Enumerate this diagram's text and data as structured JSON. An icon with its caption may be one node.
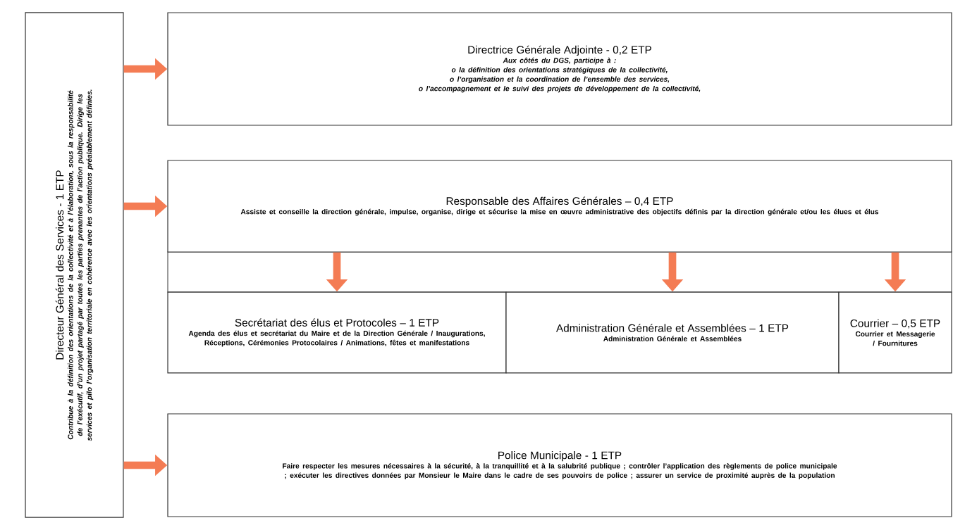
{
  "diagram": {
    "nodes": [
      {
        "text": [
          "Directeur Général des Services - 1 ETP",
          "Contribue à la définition des orientations de la collectivité et à l’élaboration, sous la responsabilité de l’exécutif, d’un projet partagé par toutes les parties prenantes de l’action publique. Dirige les services et pilo l’organisation territoriale en cohérence avec les orientations préalablement définies."
        ]
      },
      {
        "text": [
          "Directrice Générale Adjointe - 0,2 ETP",
          "Aux côtés du DGS, participe à :",
          "o la définition des orientations stratégiques de la collectivité,",
          "o l’organisation et la coordination de  l’ensemble des services,",
          "o l’accompagnement et le suivi des projets de développement de la collectivité,"
        ]
      },
      {
        "text": [
          "Responsable des Affaires Générales – 0,4 ETP",
          "Assiste et conseille la direction générale, impulse, organise, dirige et sécurise la mise en œuvre administrative des objectifs définis par la direction générale et/ou les élues et élus"
        ]
      },
      {
        "text": [
          "Secrétariat des élus et Protocoles – 1 ETP",
          "Agenda des élus et secrétariat du Maire et de la Direction Générale / Inaugurations, Réceptions, Cérémonies Protocolaires / Animations, fêtes et manifestations"
        ]
      },
      {
        "text": [
          "Administration Générale et Assemblées – 1 ETP",
          "Administration Générale et Assemblées"
        ]
      },
      {
        "text": [
          "Courrier – 0,5 ETP",
          "Courrier et Messagerie / Fournitures"
        ]
      },
      {
        "text": [
          "Police Municipale - 1 ETP",
          "Faire respecter les mesures nécessaires à la sécurité, à la tranquillité et à la salubrité publique ; contrôler l’application des règlements de police municipale ; exécuter les directives données par Monsieur le Maire dans le cadre de ses pouvoirs de police ; assurer un service de proximité auprès de la population"
        ]
      }
    ],
    "edges": [
      {
        "from": 0,
        "to": 1,
        "arrow": "to"
      },
      {
        "from": 0,
        "to": 2,
        "arrow": "to"
      },
      {
        "from": 0,
        "to": 6,
        "arrow": "to"
      },
      {
        "from": 2,
        "to": 3,
        "arrow": "to"
      },
      {
        "from": 2,
        "to": 4,
        "arrow": "to"
      },
      {
        "from": 2,
        "to": 5,
        "arrow": "to"
      }
    ]
  }
}
